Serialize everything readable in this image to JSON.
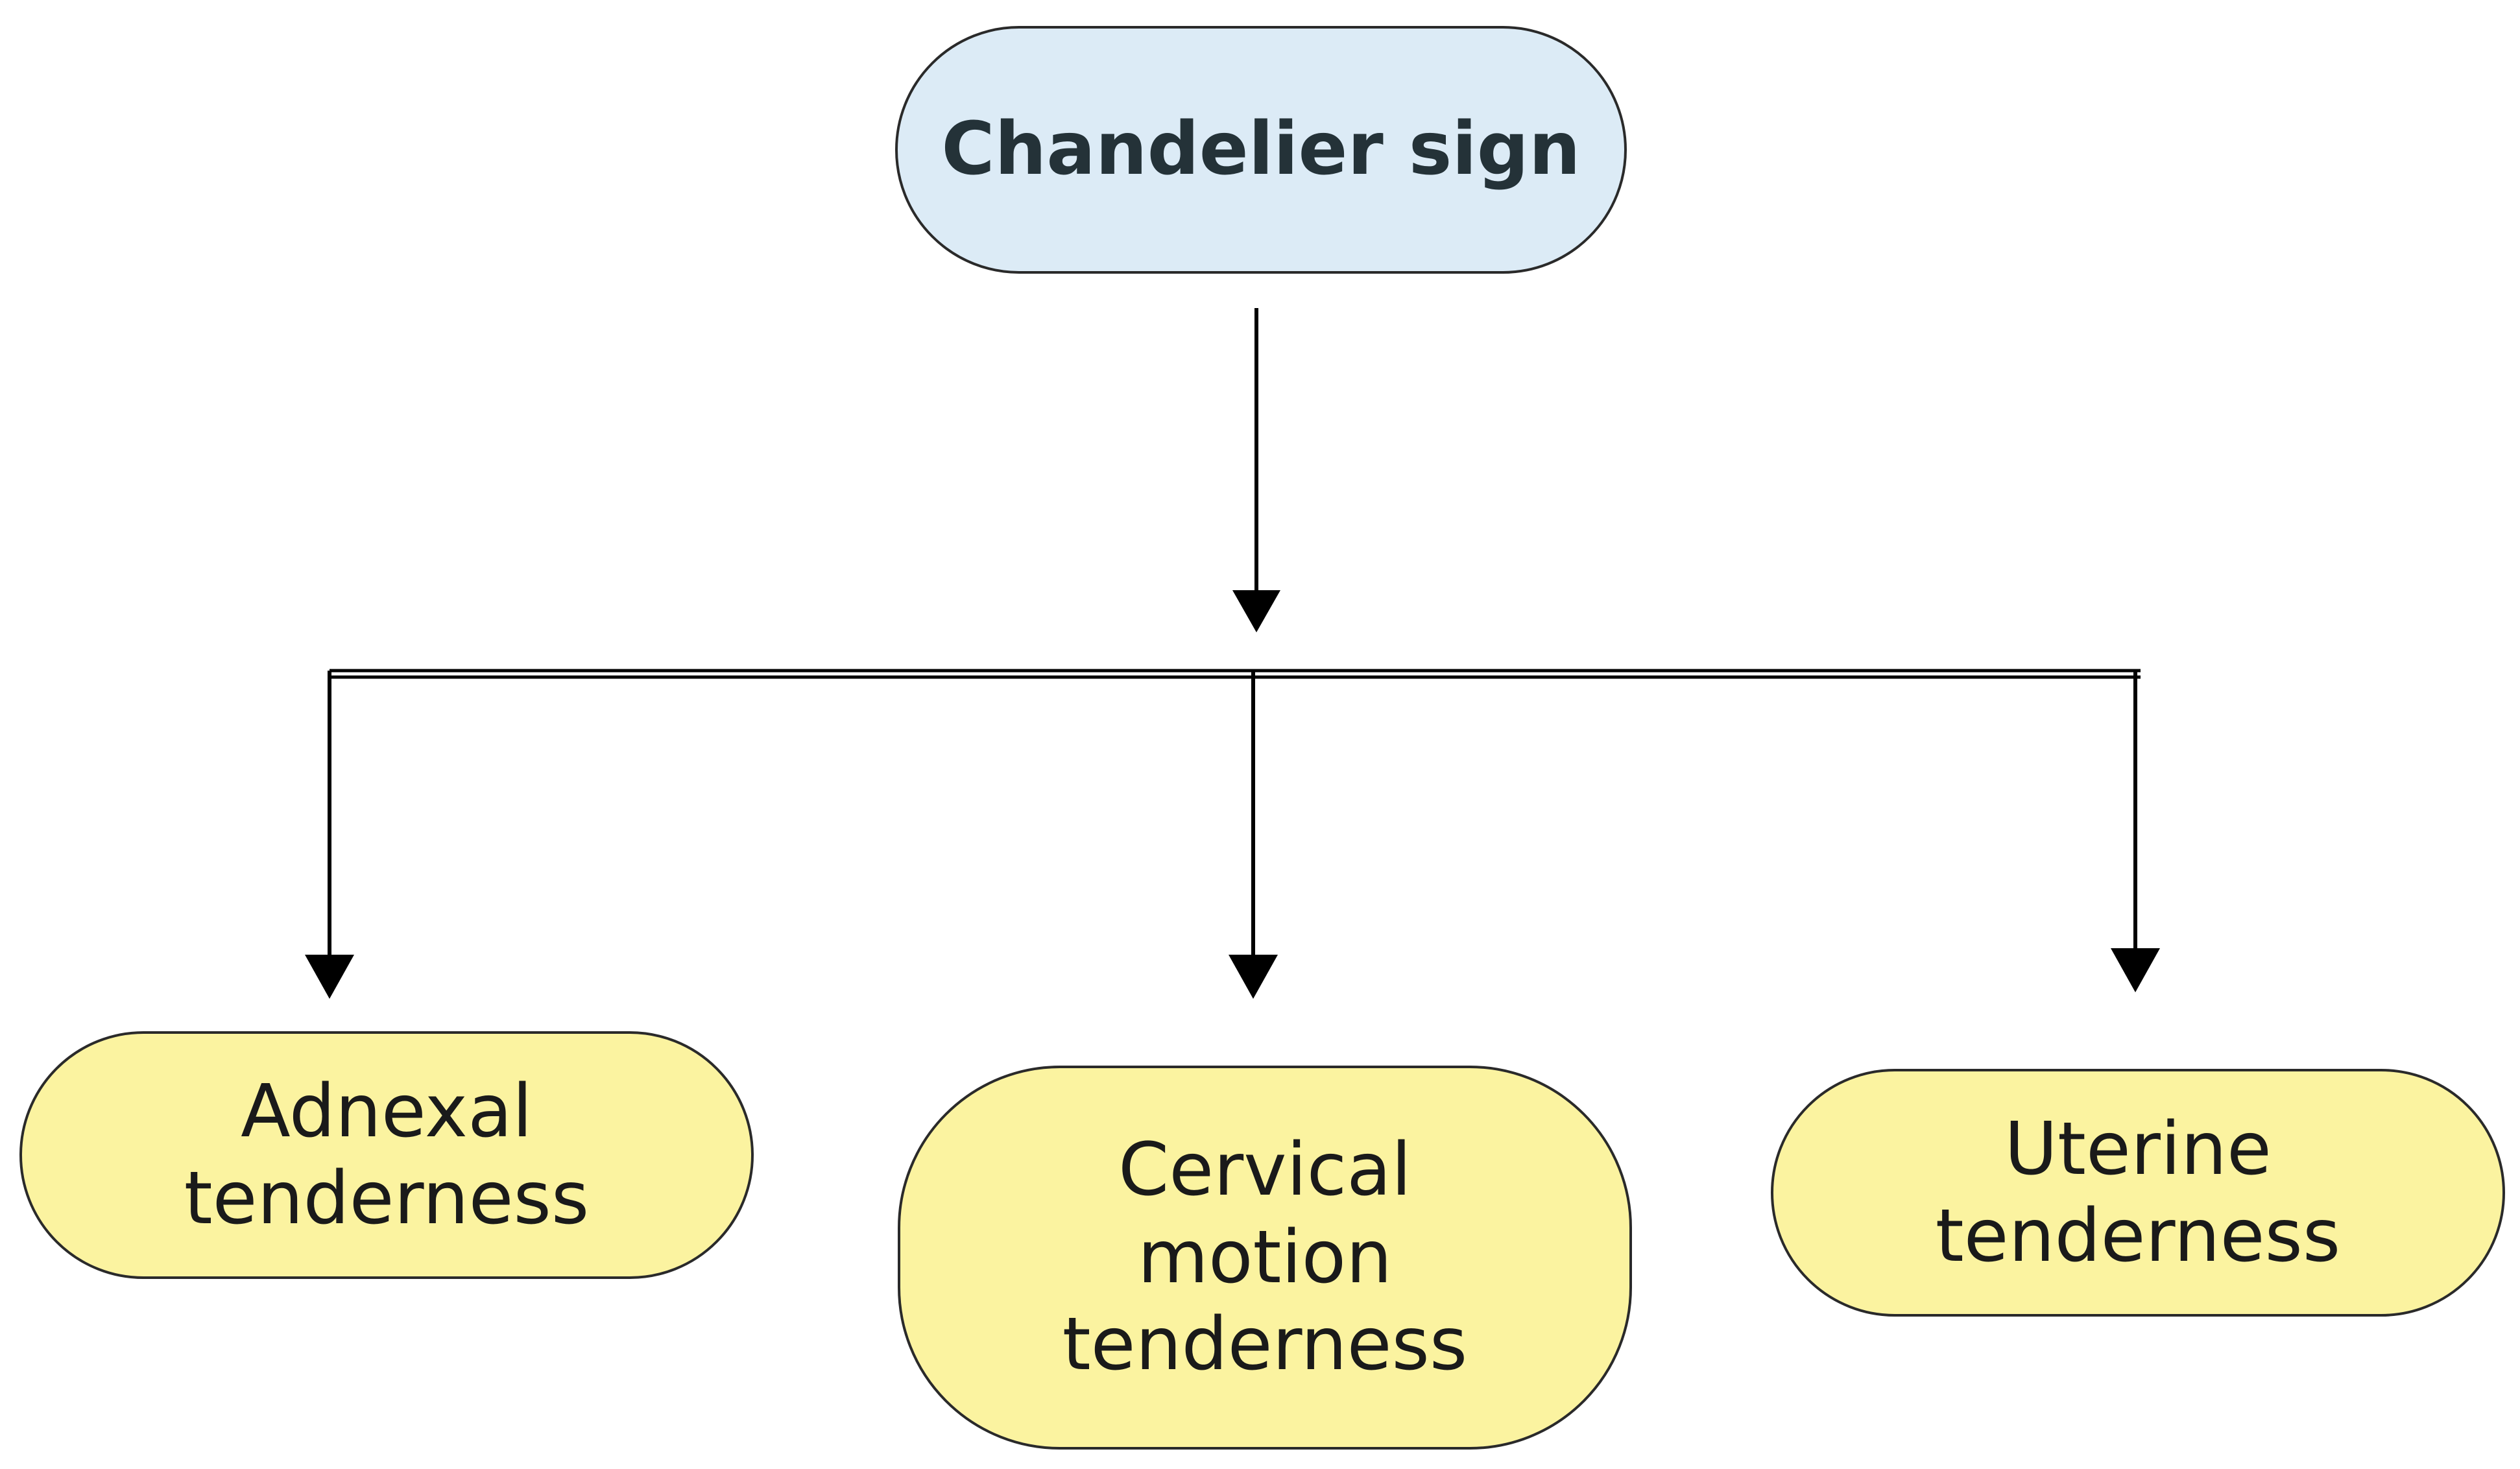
{
  "diagram": {
    "root": {
      "label": "Chandelier sign",
      "fill": "#dcebf6"
    },
    "children": [
      {
        "label": "Adnexal\ntenderness",
        "fill": "#fbf3a0"
      },
      {
        "label": "Cervical\nmotion\ntenderness",
        "fill": "#fbf3a0"
      },
      {
        "label": "Uterine\ntenderness",
        "fill": "#fbf3a0"
      }
    ],
    "connector_color": "#000000"
  }
}
